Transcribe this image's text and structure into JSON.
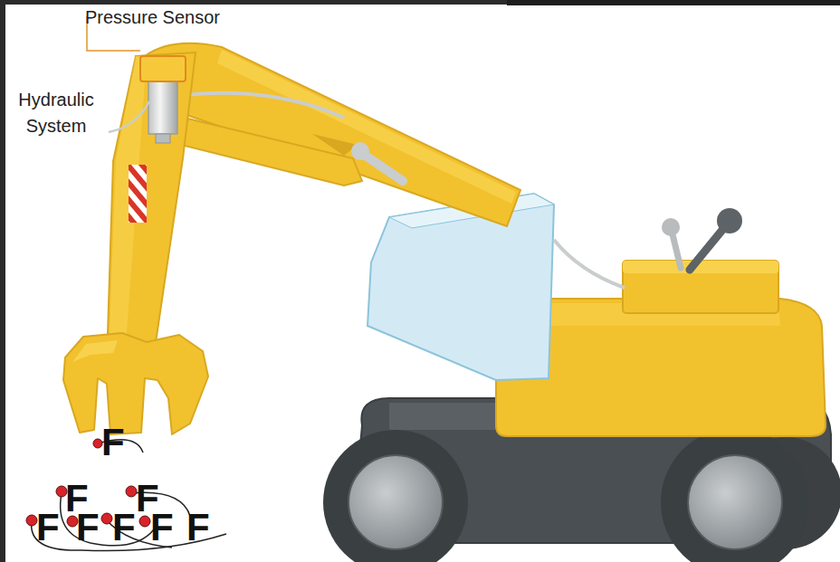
{
  "diagram": {
    "labels": [
      "Pressure Sensor",
      "Hydraulic System",
      "F",
      "F",
      "F",
      "F",
      "F",
      "F",
      "F",
      "F"
    ]
  }
}
